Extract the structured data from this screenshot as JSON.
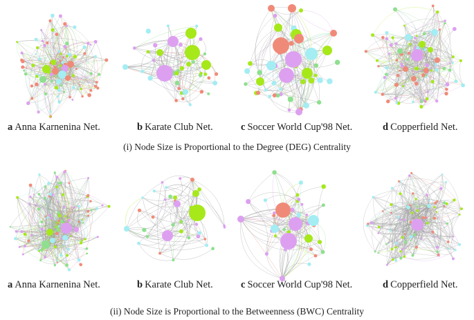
{
  "rows": [
    {
      "caption": "(i) Node Size is Proportional to the Degree (DEG) Centrality",
      "panels": [
        {
          "letter": "a",
          "name": "Anna Karnenina Net."
        },
        {
          "letter": "b",
          "name": "Karate Club Net."
        },
        {
          "letter": "c",
          "name": "Soccer World Cup'98 Net."
        },
        {
          "letter": "d",
          "name": "Copperfield Net."
        }
      ]
    },
    {
      "caption": "(ii) Node Size is Proportional to the Betweenness (BWC) Centrality",
      "panels": [
        {
          "letter": "a",
          "name": "Anna Karnenina Net."
        },
        {
          "letter": "b",
          "name": "Karate Club Net."
        },
        {
          "letter": "c",
          "name": "Soccer World Cup'98 Net."
        },
        {
          "letter": "d",
          "name": "Copperfield Net."
        }
      ]
    }
  ],
  "colors": {
    "violet": "#dda0f0",
    "green": "#a6e81a",
    "salmon": "#f08a78",
    "cyan": "#a3edf3",
    "mint": "#8ee08e",
    "edge": "#9a9a9a"
  }
}
